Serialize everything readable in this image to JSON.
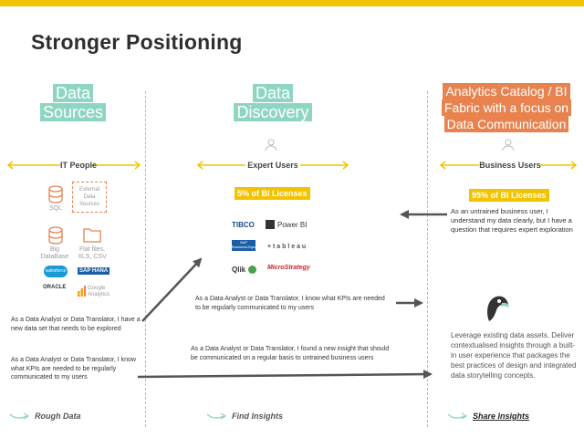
{
  "page": {
    "title": "Stronger Positioning"
  },
  "columns": [
    {
      "heading": [
        "Data",
        "Sources"
      ],
      "group": "IT People",
      "footer": "Rough Data",
      "sources": [
        {
          "label": "SQL"
        },
        {
          "label": "External Data Sources"
        },
        {
          "label": "Big DataBase"
        },
        {
          "label": "Flat files, XLS, CSV"
        }
      ],
      "logos": [
        "salesforce",
        "SAP HANA",
        "ORACLE",
        "Google Analytics"
      ]
    },
    {
      "heading": [
        "Data",
        "Discovery"
      ],
      "group": "Expert Users",
      "badge": "5% of BI Licenses",
      "footer": "Find Insights",
      "logos": [
        "TIBCO",
        "Power BI",
        "SAP BusinessObjects",
        "+ t a b l e a u",
        "Qlik",
        "MicroStrategy"
      ]
    },
    {
      "heading": [
        "Analytics Catalog / BI",
        "Fabric with a focus on",
        "Data Communication"
      ],
      "group": "Business Users",
      "badge": "95% of BI Licenses",
      "footer": "Share Insights",
      "user_statement": "As an untrained business user, I understand my data clearly, but I have a question that requires expert exploration",
      "description": "Leverage existing data assets. Deliver contextualised insights through a built-in user experience that packages the best practices of design and integrated data storytelling concepts."
    }
  ],
  "statements": {
    "s1": "As a Data Analyst or Data Translator, I have a new data set that needs to be explored",
    "s2": "As a Data Analyst or Data Translator, I know what KPIs are needed to be regularly communicated to my users",
    "s3": "As a Data Analyst or Data Translator, I know what KPIs are needed to be regularly communicated to my users",
    "s4": "As a Data Analyst or Data Translator, I found a new insight that should be communicated on a regular basis to untrained business users"
  },
  "colors": {
    "accent_yellow": "#f2c300",
    "teal": "#8fd5c4",
    "orange": "#e8834f",
    "arrow": "#555555"
  }
}
